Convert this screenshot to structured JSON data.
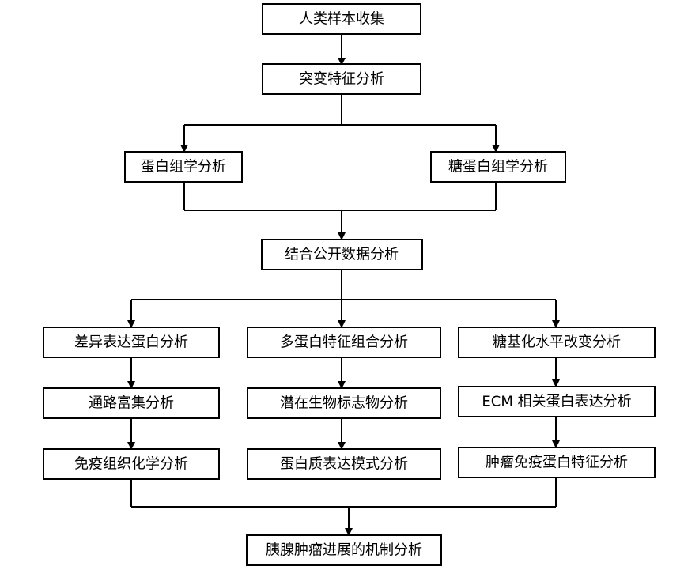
{
  "nodes": {
    "sample_collection": "人类样本收集",
    "mutation_analysis": "突变特征分析",
    "proteomics": "蛋白组学分析",
    "glycoproteomics": "糖蛋白组学分析",
    "public_data": "结合公开数据分析",
    "diff_expression": "差异表达蛋白分析",
    "multi_protein": "多蛋白特征组合分析",
    "glycosylation": "糖基化水平改变分析",
    "pathway_enrichment": "通路富集分析",
    "biomarker": "潜在生物标志物分析",
    "ecm": "ECM 相关蛋白表达分析",
    "ihc": "免疫组织化学分析",
    "expression_pattern": "蛋白质表达模式分析",
    "immune_protein": "肿瘤免疫蛋白特征分析",
    "mechanism": "胰腺肿瘤进展的机制分析"
  }
}
